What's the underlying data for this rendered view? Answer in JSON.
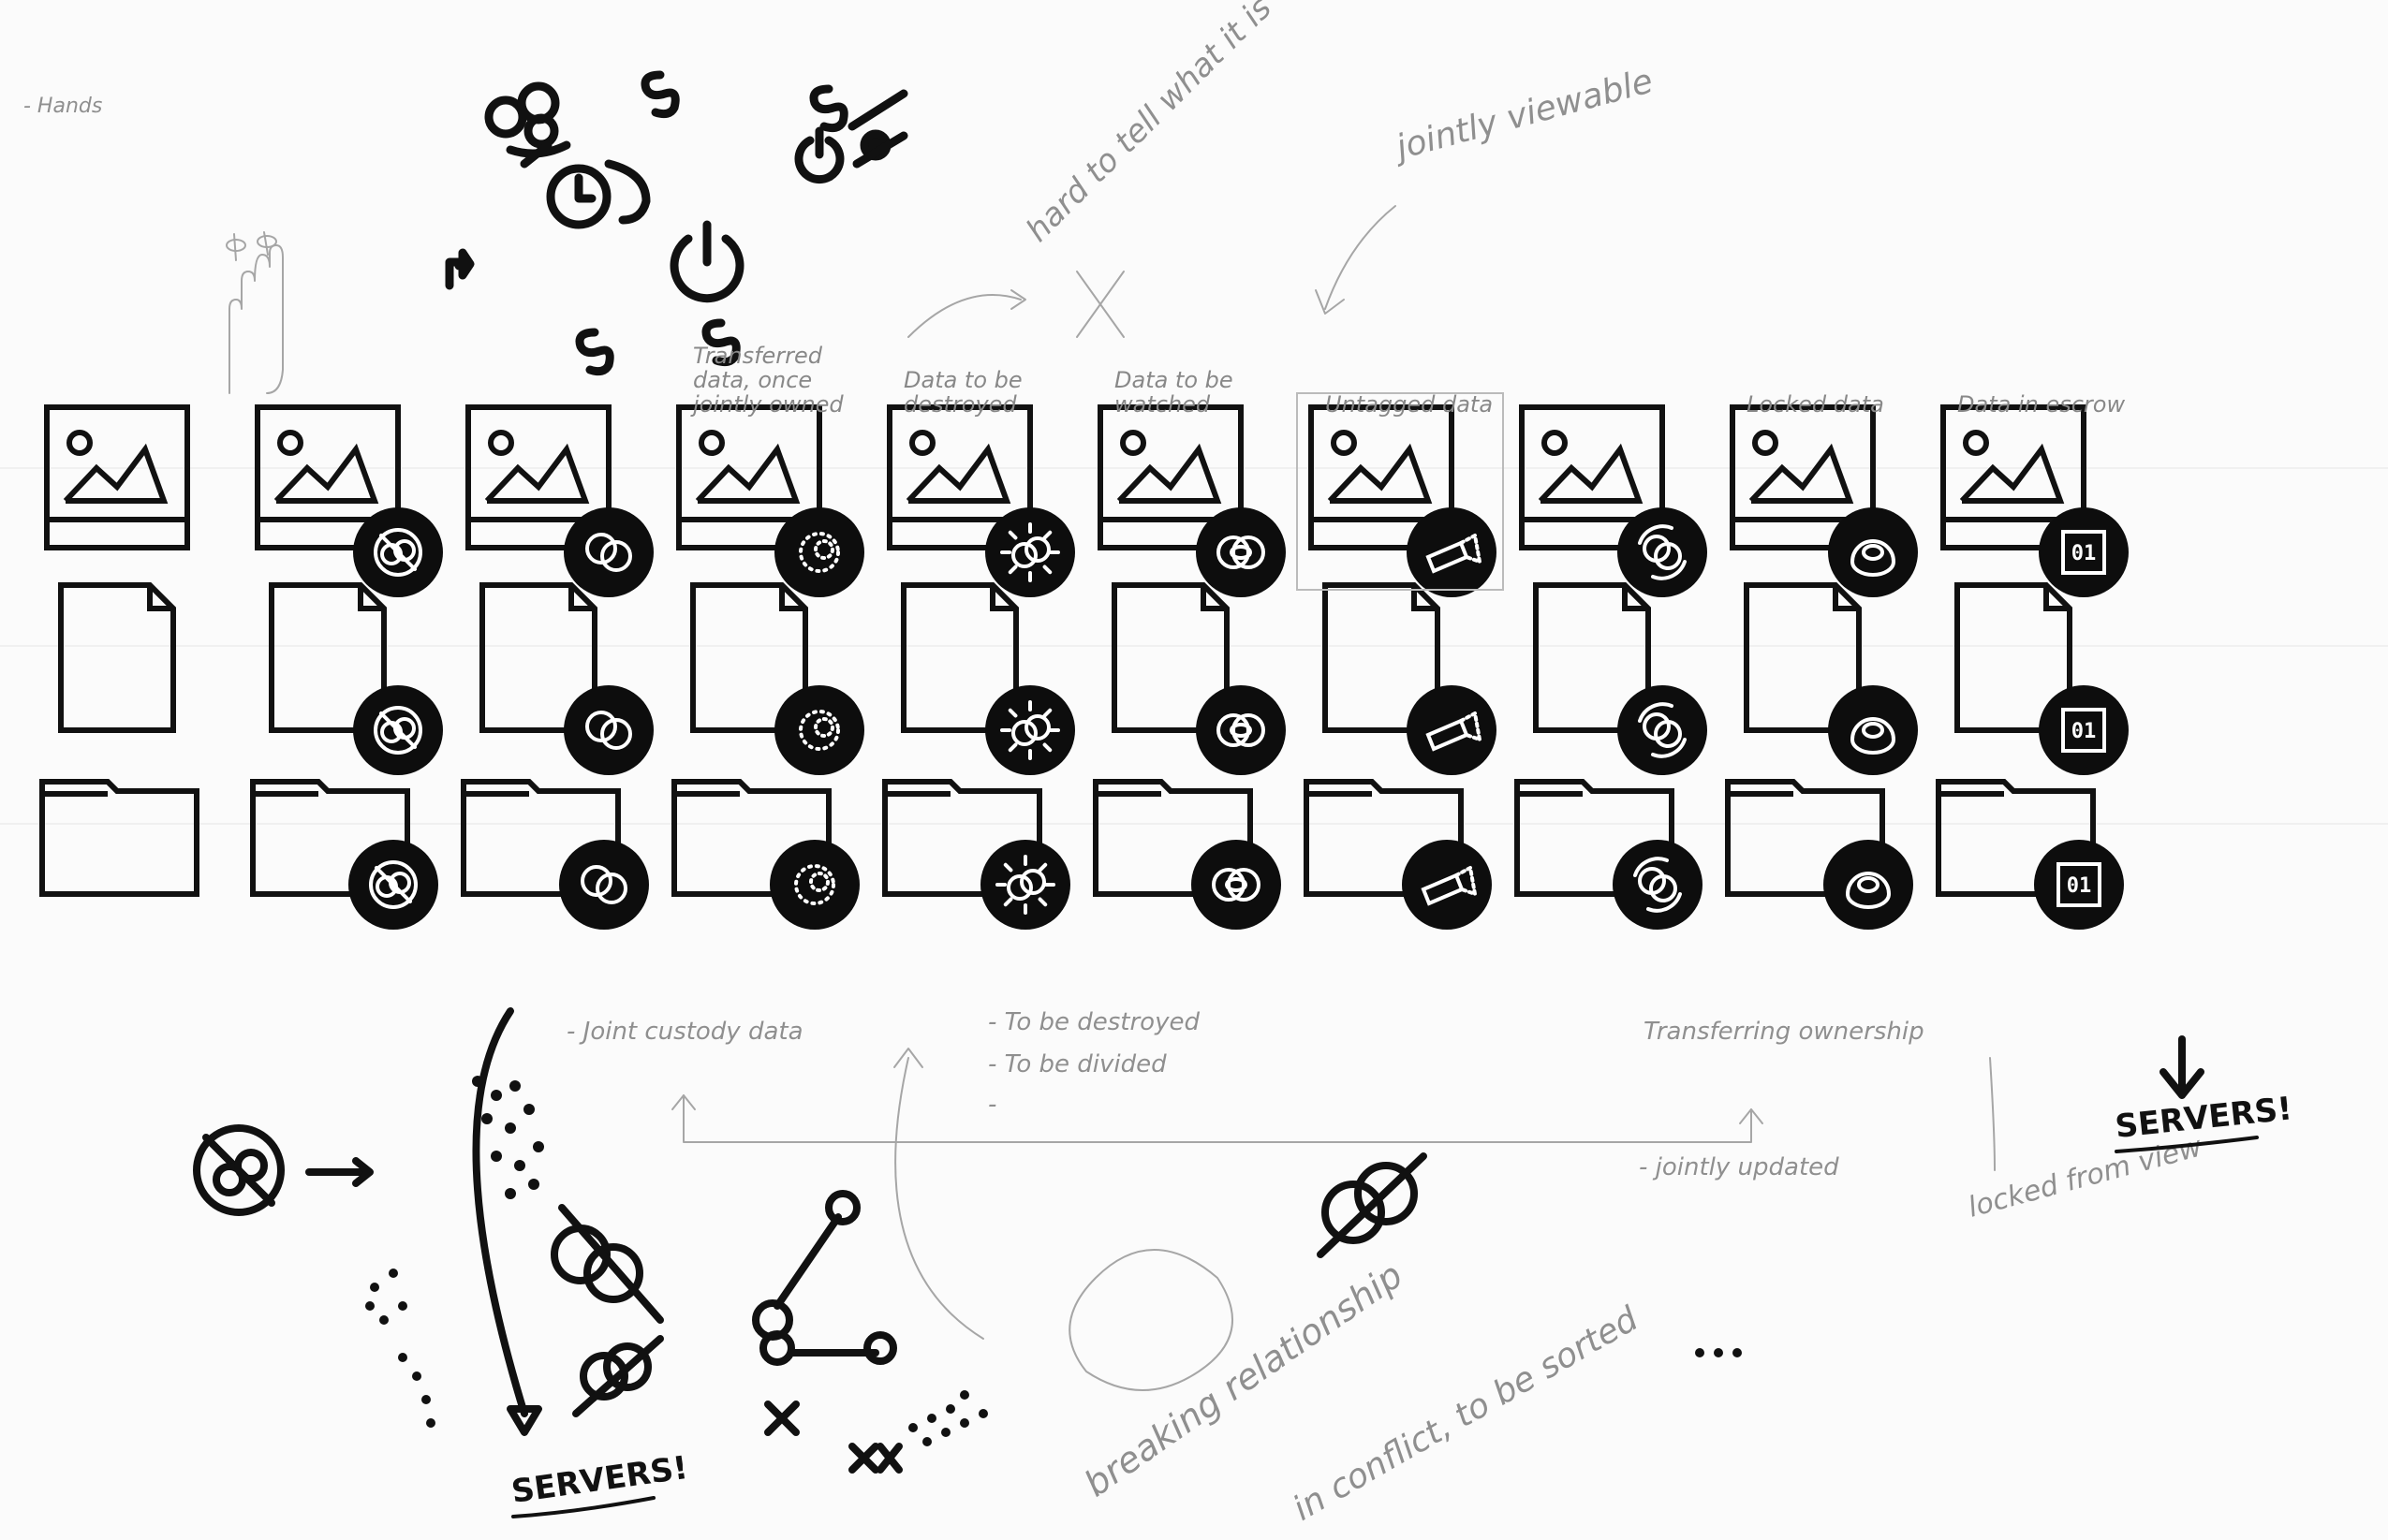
{
  "notes": {
    "hands": "- Hands",
    "hard_to_tell": "hard to tell what it is",
    "jointly_viewable": "jointly viewable",
    "joint_custody": "- Joint custody data",
    "to_be_destroyed": "- To be destroyed",
    "to_be_divided": "- To be divided",
    "dash": "-",
    "transferring_ownership": "Transferring ownership",
    "jointly_updated": "- jointly updated",
    "locked_from_view": "locked from view",
    "breaking_relationship": "breaking relationship",
    "in_conflict": "in conflict, to be sorted",
    "servers_left": "SERVERS!",
    "servers_right": "SERVERS!",
    "dots": "..."
  },
  "columns": [
    {
      "caption": "",
      "badge": "none"
    },
    {
      "caption": "",
      "badge": "crossed-link"
    },
    {
      "caption": "",
      "badge": "link"
    },
    {
      "caption": "Transferred data, once jointly owned",
      "badge": "dotted-link"
    },
    {
      "caption": "Data to be destroyed",
      "badge": "broken-link"
    },
    {
      "caption": "Data to be watched",
      "badge": "eye-link"
    },
    {
      "caption": "Untagged data",
      "badge": "untag"
    },
    {
      "caption": "",
      "badge": "cycle-link"
    },
    {
      "caption": "Locked data",
      "badge": "lock-eye"
    },
    {
      "caption": "Data in escrow",
      "badge": "safe"
    }
  ],
  "rows": [
    {
      "type": "image"
    },
    {
      "type": "document"
    },
    {
      "type": "folder"
    }
  ],
  "safe_label": "01"
}
